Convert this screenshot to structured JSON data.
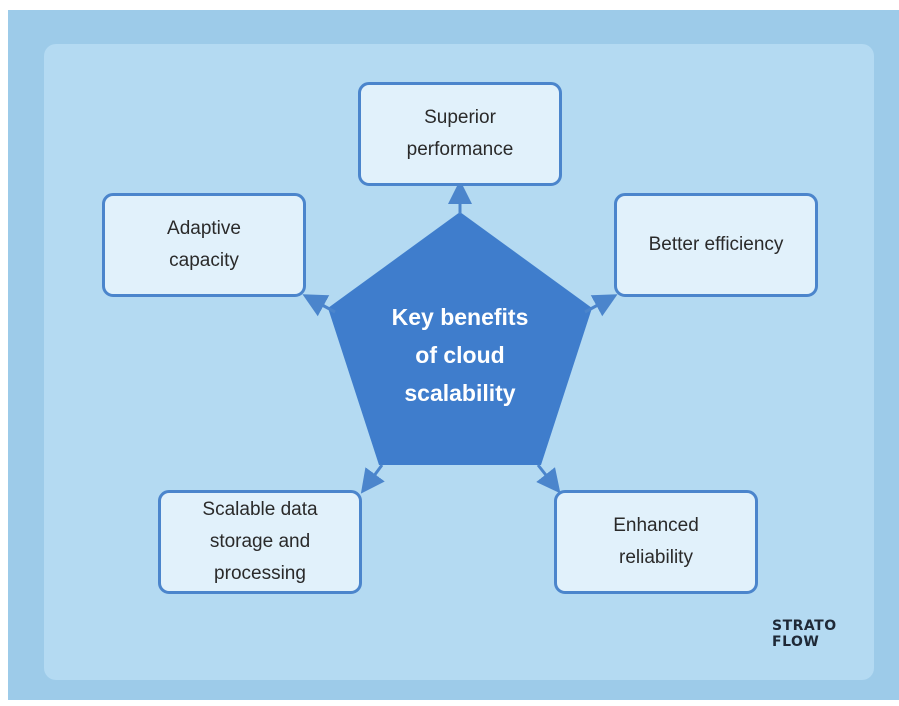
{
  "center": {
    "title": "Key benefits\nof cloud\nscalability"
  },
  "benefits": [
    {
      "label": "Superior\nperformance"
    },
    {
      "label": "Better efficiency"
    },
    {
      "label": "Enhanced\nreliability"
    },
    {
      "label": "Scalable data\nstorage and\nprocessing"
    },
    {
      "label": "Adaptive\ncapacity"
    }
  ],
  "logo": {
    "line1": "STRATO",
    "line2": "FLOW"
  },
  "colors": {
    "background": "#9dcbe9",
    "panel": "#b4daf2",
    "pentagon": "#3f7dcc",
    "box_fill": "#e1f1fb",
    "box_border": "#4b85cc"
  }
}
